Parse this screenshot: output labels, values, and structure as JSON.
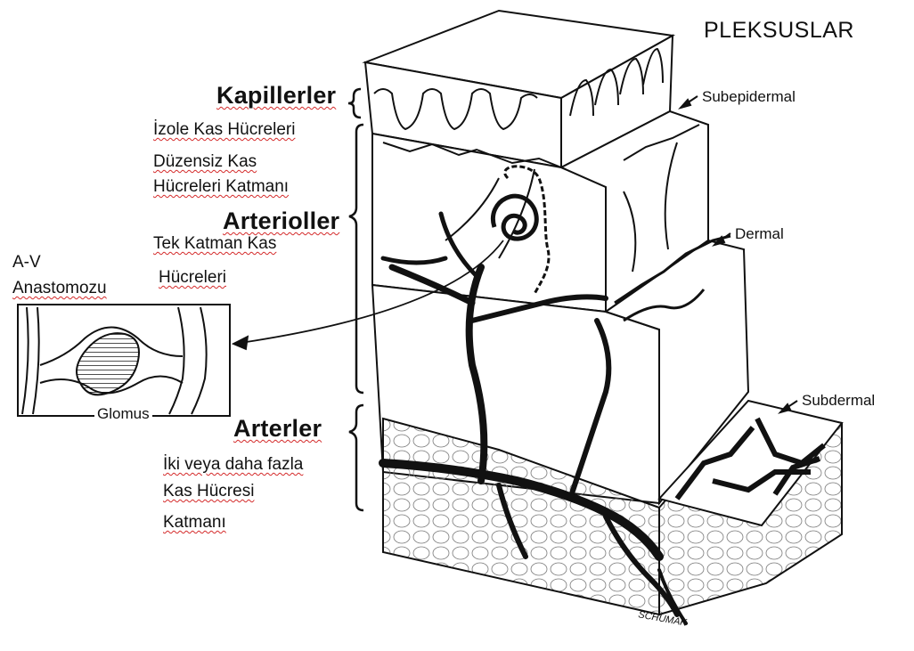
{
  "title": "PLEKSUSLAR",
  "left_labels": {
    "kapillerler": "Kapillerler",
    "izole": "İzole Kas Hücreleri",
    "duzensiz_1": "Düzensiz Kas",
    "duzensiz_2": "Hücreleri Katmanı",
    "arterioller": "Arterioller",
    "tek_1": "Tek Katman Kas",
    "tek_2": "Hücreleri",
    "av_1": "A-V",
    "av_2": "Anastomozu",
    "glomus": "Glomus",
    "arterler": "Arterler",
    "iki_1": "İki veya daha fazla",
    "iki_2": "Kas Hücresi",
    "iki_3": "Katmanı"
  },
  "plexus_labels": {
    "subepidermal": "Subepidermal",
    "dermal": "Dermal",
    "subdermal": "Subdermal"
  },
  "signature": "SCHUMAK"
}
